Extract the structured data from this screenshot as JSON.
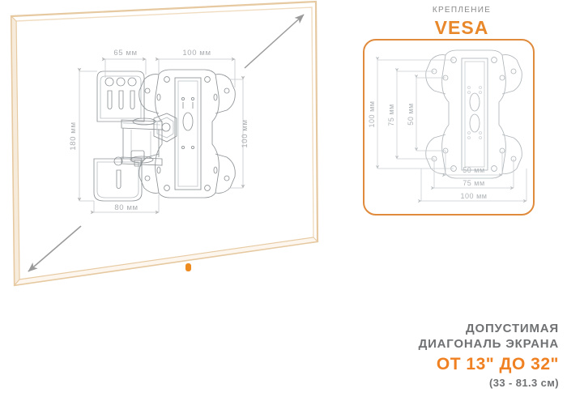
{
  "vesa": {
    "kicker": "КРЕПЛЕНИЕ",
    "title": "VESA",
    "border_color": "#E08A3C",
    "title_color": "#E8882B",
    "dimensions_vertical": [
      "100 мм",
      "75 мм",
      "50 мм"
    ],
    "dimensions_horizontal": [
      "50 мм",
      "75 мм",
      "100 мм"
    ]
  },
  "bracket": {
    "dim_top_left": "65 мм",
    "dim_top_right": "100 мм",
    "dim_left_vertical": "180 мм",
    "dim_right_vertical": "100 мм",
    "dim_bottom": "80 мм"
  },
  "screen": {
    "line1": "ДОПУСТИМАЯ",
    "line2": "ДИАГОНАЛЬ ЭКРАНА",
    "range": "ОТ 13\" ДО 32\"",
    "range_cm": "(33 - 81.3 см)",
    "range_color": "#F08122",
    "label_color": "#6F7173"
  },
  "tv": {
    "frame_color": "#E6C9A0",
    "indicator_color": "#EE8B20",
    "arrow_color": "#9a9a9a"
  }
}
